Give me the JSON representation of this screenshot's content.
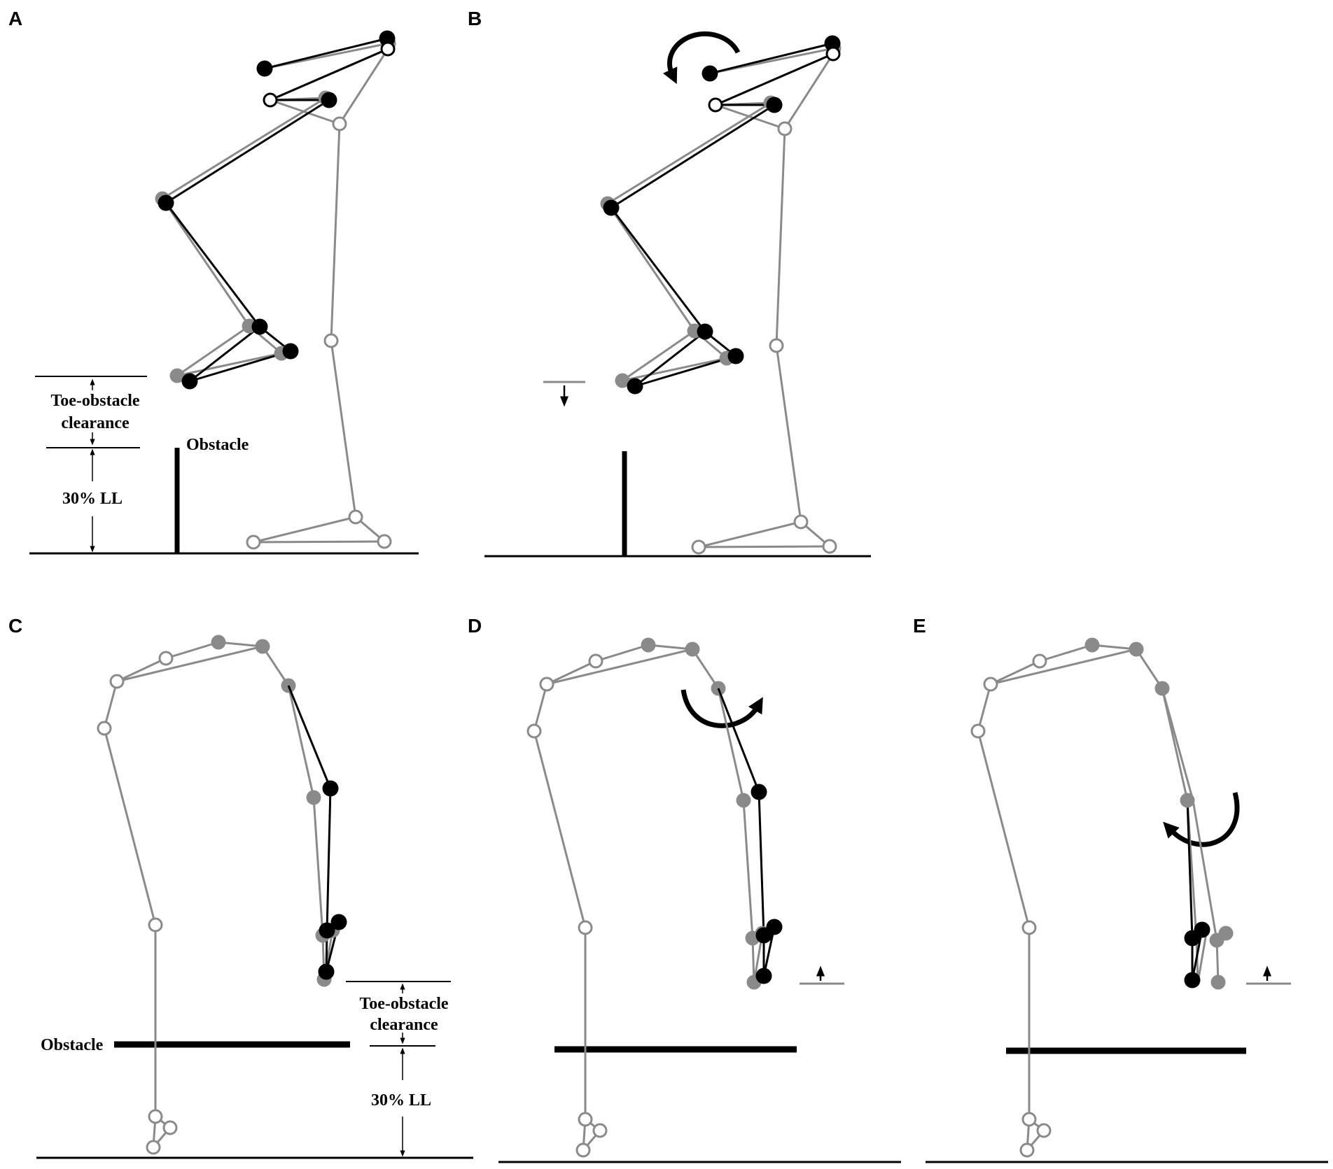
{
  "panels": {
    "a": {
      "letter": "A",
      "obstacle": "Obstacle",
      "clearance_1": "Toe-obstacle",
      "clearance_2": "clearance",
      "height": "30% LL"
    },
    "b": {
      "letter": "B"
    },
    "c": {
      "letter": "C",
      "obstacle": "Obstacle",
      "clearance_1": "Toe-obstacle",
      "clearance_2": "clearance",
      "height": "30% LL"
    },
    "d": {
      "letter": "D"
    },
    "e": {
      "letter": "E"
    }
  },
  "colors": {
    "black": "#000000",
    "gray": "#8a8a8a",
    "open_fill": "#ffffff"
  }
}
